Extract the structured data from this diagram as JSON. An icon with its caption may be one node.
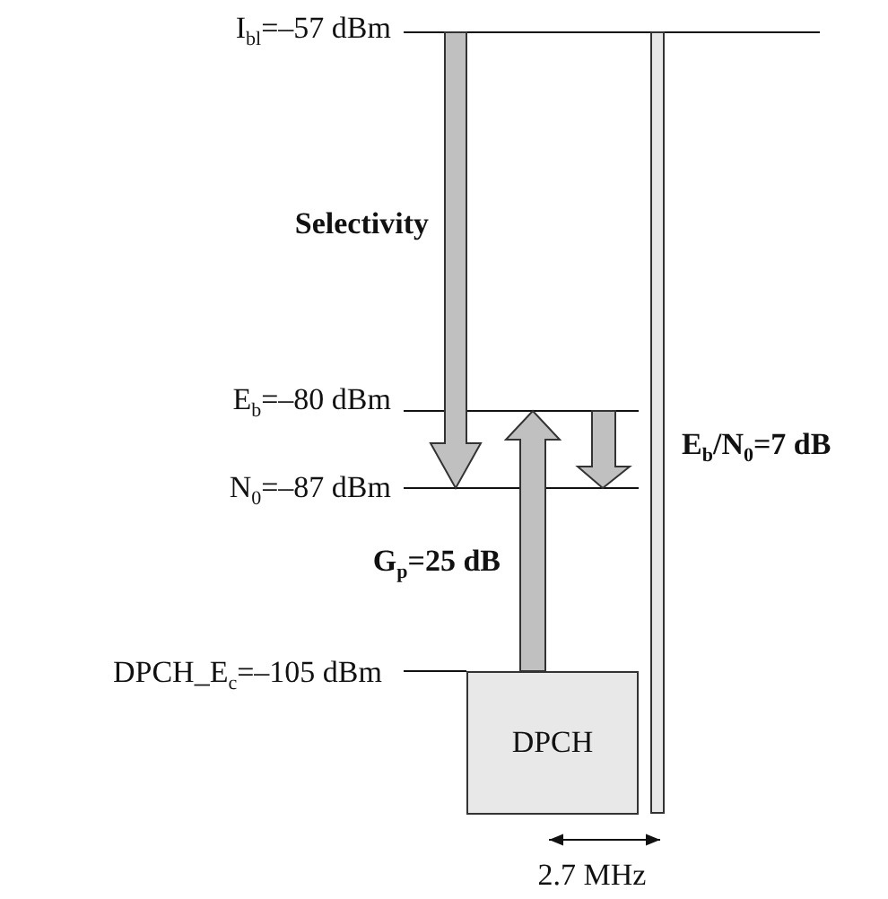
{
  "diagram": {
    "nodes": [
      {
        "text": [
          "DPCH"
        ]
      }
    ],
    "labels": [
      "I$_{bl}$=–57 dBm",
      "Selectivity",
      "E$_{b}$=–80 dBm",
      "E$_{b}$/N$_{0}$=7 dB",
      "N$_{0}$=–87 dBm",
      "G$_{p}$=25 dB",
      "DPCH_E$_{c}$=–105 dBm",
      "2.7 MHz"
    ]
  }
}
